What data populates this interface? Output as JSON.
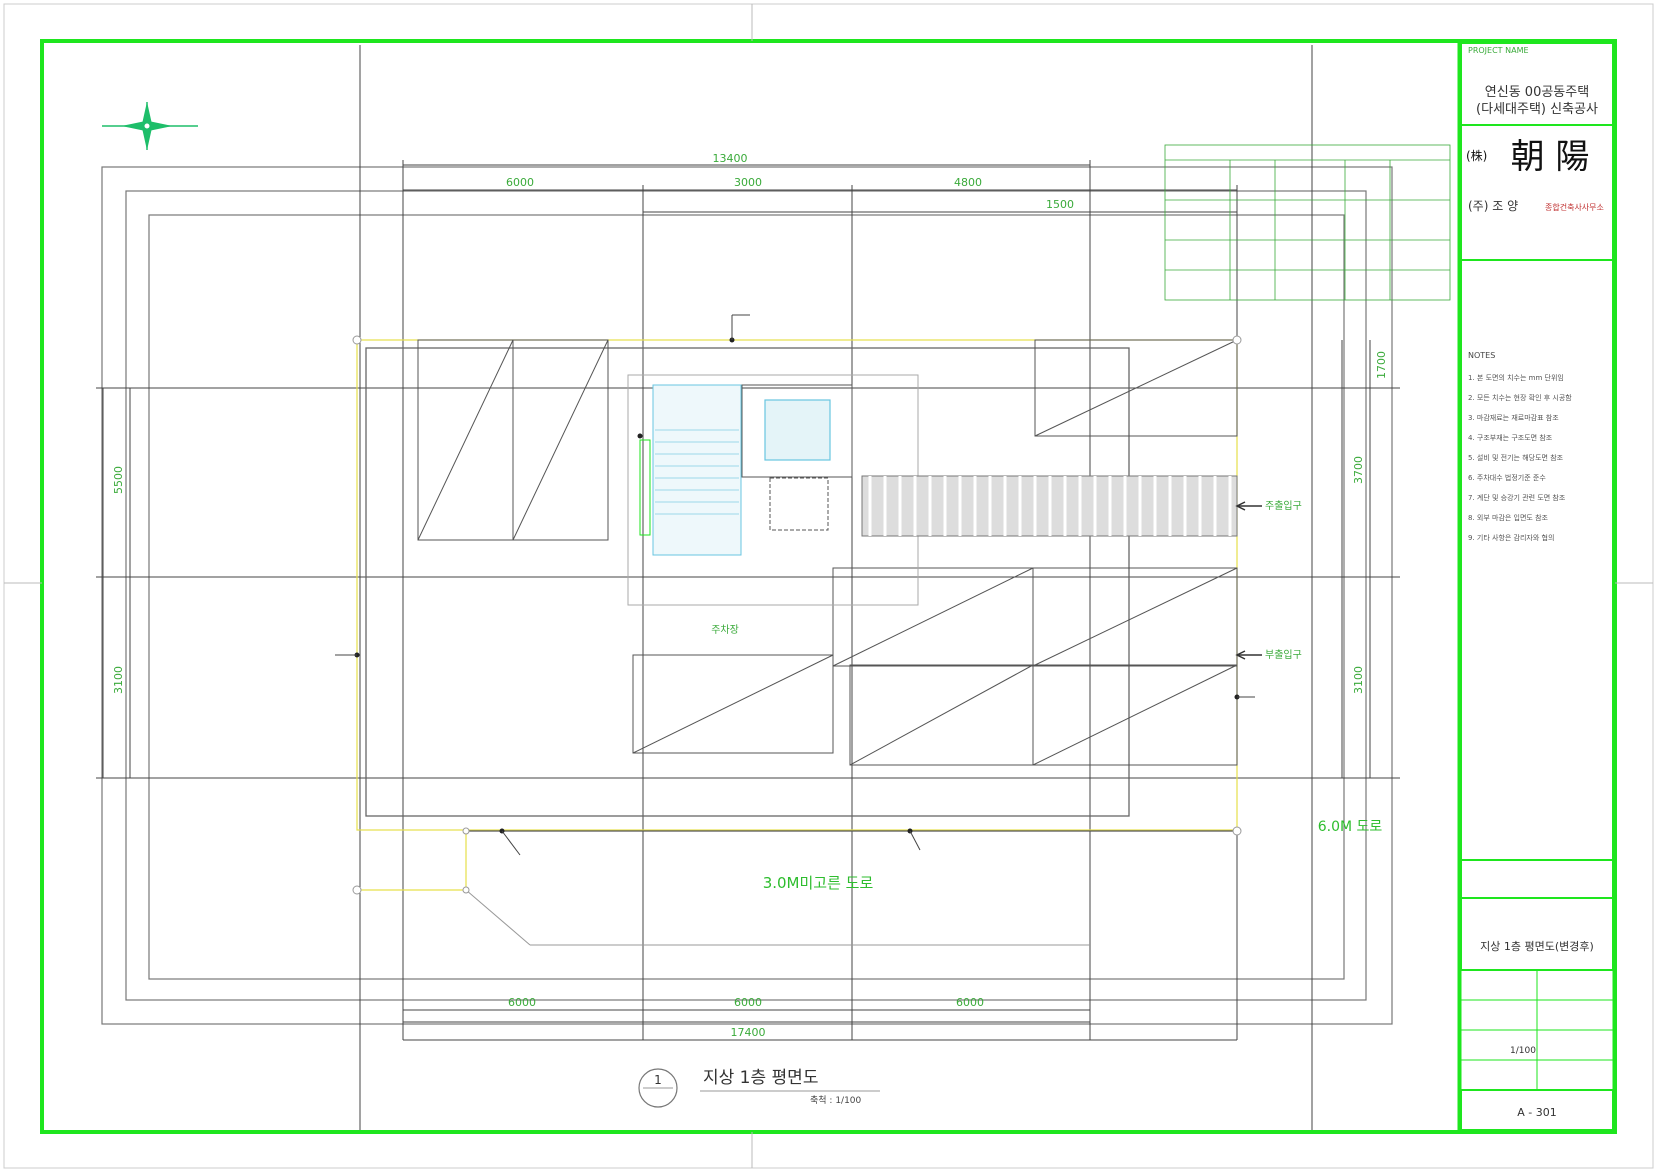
{
  "colors": {
    "frame": "#1ee61e",
    "dimension": "#3aaa3a",
    "wall": "#555555",
    "room_label": "#2ebd2e",
    "core": "#68c6e0",
    "yellow": "#e6e04a",
    "text_dark": "#333333"
  },
  "title_block": {
    "project_label": "PROJECT NAME",
    "project_line1": "연신동 00공동주택",
    "project_line2": "(다세대주택) 신축공사",
    "company_prefix": "(株)",
    "company_name": "朝 陽",
    "office_prefix": "(주) 조 양",
    "office_name": "종합건축사사무소",
    "drawing_title": "지상 1층 평면도(변경후)",
    "drawing_no": "A - 301",
    "scale": "1/100"
  },
  "plan": {
    "title": "지상 1층 평면도",
    "title_number": "1",
    "scale_label": "축척 : 1/100",
    "road_label_south": "3.0M미고른 도로",
    "road_label_east": "6.0M 도로",
    "top_dim_total": "13400",
    "bottom_dim_total": "17400",
    "top_dims": [
      "6000",
      "3000",
      "4800",
      "1500"
    ],
    "bottom_dims": [
      "6000",
      "6000",
      "6000"
    ],
    "left_dims": [
      "5500",
      "3100"
    ],
    "right_dims": [
      "1700",
      "3700",
      "3100"
    ],
    "parking_label": "주차장",
    "entrance_label": "주출입구",
    "sub_entrance_label": "부출입구"
  },
  "notes": {
    "header": "NOTES",
    "items": [
      "1. 본 도면의 치수는 mm 단위임",
      "2. 모든 치수는 현장 확인 후 시공함",
      "3. 마감재료는 재료마감표 참조",
      "4. 구조부재는 구조도면 참조",
      "5. 설비 및 전기는 해당도면 참조",
      "6. 주차대수 법정기준 준수",
      "7. 계단 및 승강기 관련 도면 참조",
      "8. 외부 마감은 입면도 참조",
      "9. 기타 사항은 감리자와 협의"
    ]
  }
}
